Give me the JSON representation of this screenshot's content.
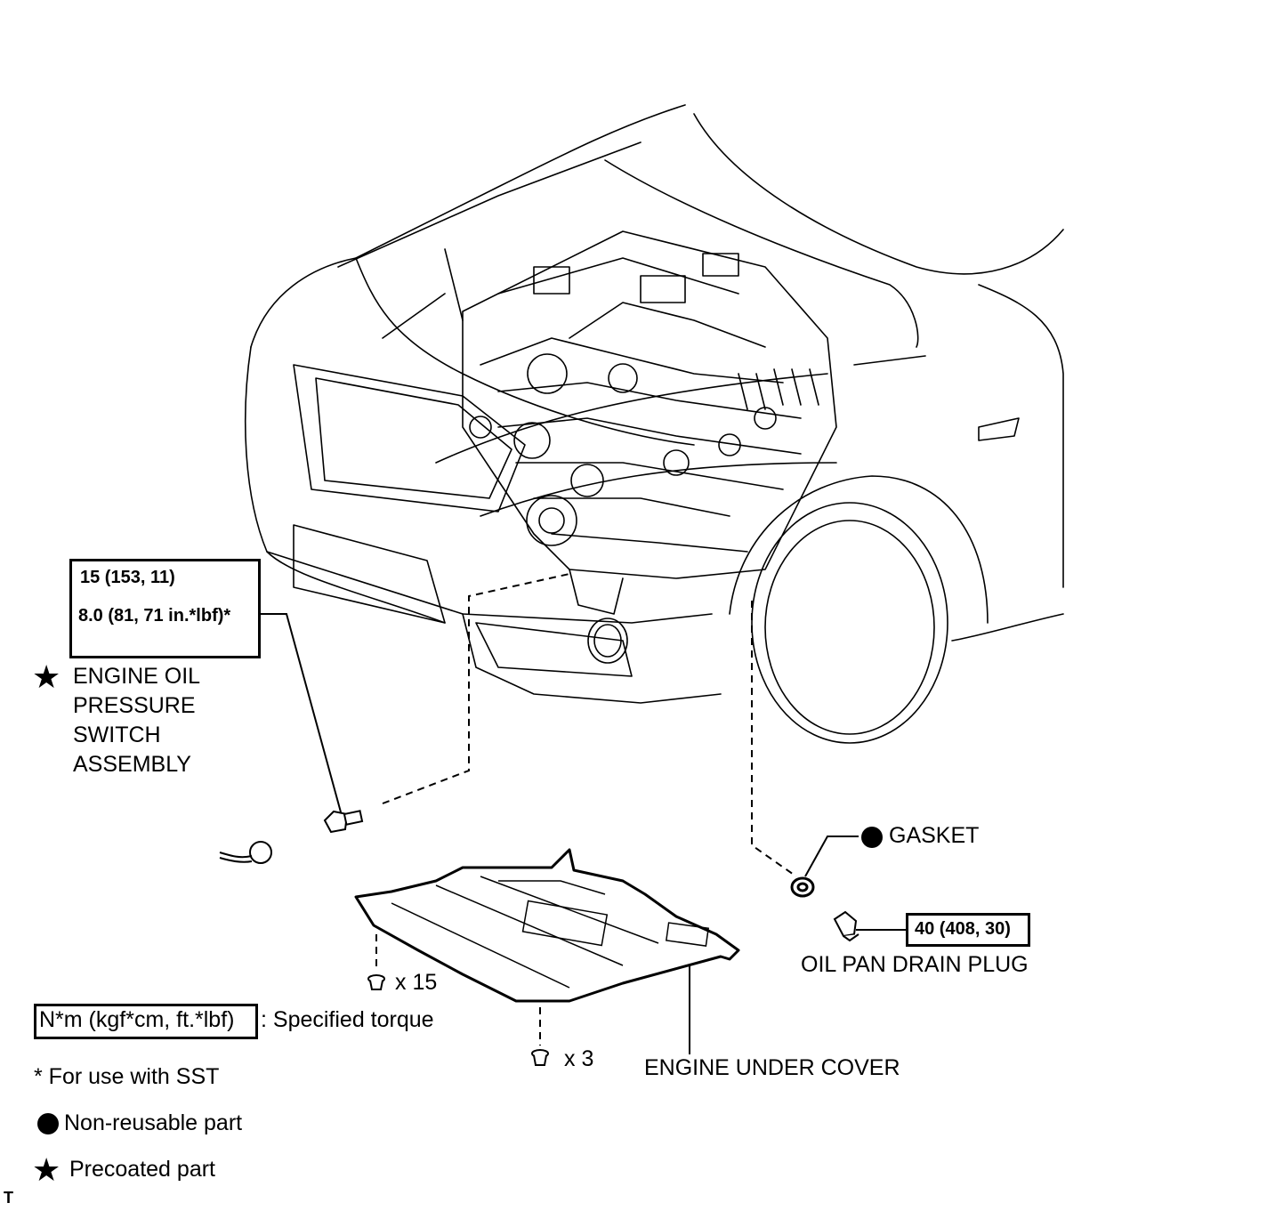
{
  "torque_switch": {
    "line1": "15 (153, 11)",
    "line2": "8.0 (81, 71 in.*lbf)*"
  },
  "switch_label": [
    "ENGINE OIL",
    "PRESSURE",
    "SWITCH",
    "ASSEMBLY"
  ],
  "gasket_label": "GASKET",
  "torque_drain": "40 (408, 30)",
  "drain_label": "OIL PAN DRAIN PLUG",
  "cover_label": "ENGINE UNDER COVER",
  "clip_count_a": "x 15",
  "clip_count_b": "x 3",
  "legend": {
    "torque_unit": "N*m (kgf*cm, ft.*lbf)",
    "torque_desc": ": Specified torque",
    "sst_note": "* For use with SST",
    "nonreusable": "Non-reusable part",
    "precoated": "Precoated part"
  },
  "corner_mark": "T",
  "icons": {
    "precoated": "star-icon",
    "nonreusable": "filled-circle-icon"
  }
}
